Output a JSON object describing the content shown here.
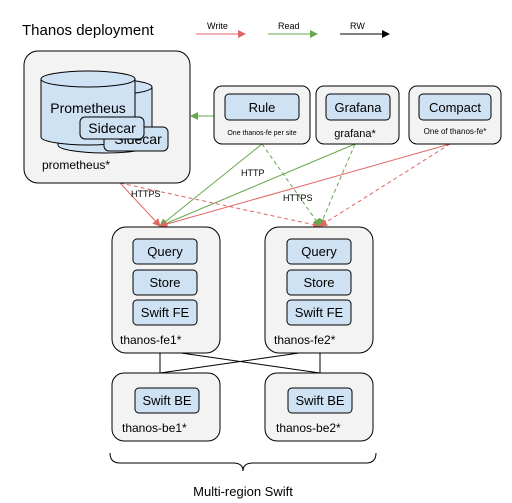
{
  "title": "Thanos deployment",
  "legend": {
    "write": "Write",
    "read": "Read",
    "rw": "RW"
  },
  "colors": {
    "write": "#e06666",
    "read": "#6aa84f",
    "rw": "#000000",
    "component_fill": "#cfe2f3",
    "container_fill": "#f3f3f3"
  },
  "prometheus_site": {
    "prometheus_label": "Prometheus",
    "sidecar_label_1": "Sidecar",
    "sidecar_label_2": "Sidecar",
    "name": "prometheus*"
  },
  "rule": {
    "label": "Rule",
    "caption": "One thanos-fe per site"
  },
  "grafana": {
    "label": "Grafana",
    "caption": "grafana*"
  },
  "compact": {
    "label": "Compact",
    "caption": "One of thanos-fe*"
  },
  "edge_labels": {
    "https_left": "HTTPS",
    "http": "HTTP",
    "https_right": "HTTPS"
  },
  "frontends": [
    {
      "name": "thanos-fe1*",
      "query": "Query",
      "store": "Store",
      "swift_fe": "Swift FE"
    },
    {
      "name": "thanos-fe2*",
      "query": "Query",
      "store": "Store",
      "swift_fe": "Swift FE"
    }
  ],
  "backends": [
    {
      "name": "thanos-be1*",
      "swift_be": "Swift BE"
    },
    {
      "name": "thanos-be2*",
      "swift_be": "Swift BE"
    }
  ],
  "footer": "Multi-region Swift"
}
